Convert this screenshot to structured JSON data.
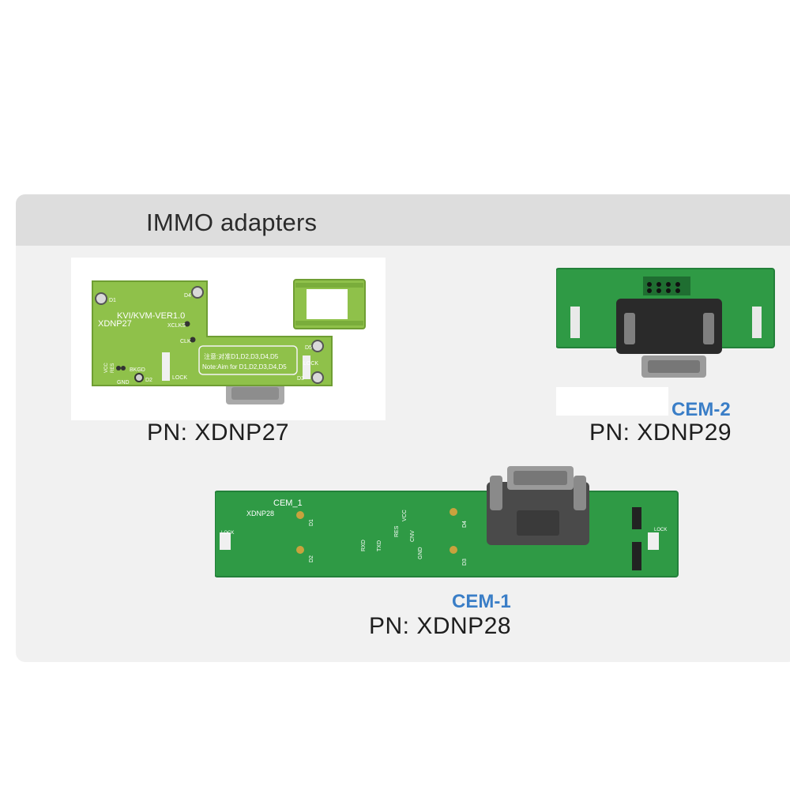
{
  "section": {
    "title": "IMMO adapters"
  },
  "products": [
    {
      "pn_label": "PN: XDNP27",
      "board_text": {
        "model": "KVI/KVM-VER1.0",
        "part": "XDNP27",
        "note_cn": "注意:对准D1,D2,D3,D4,D5",
        "note_en": "Note:Aim for D1,D2,D3,D4,D5",
        "pins": [
          "D1",
          "D4",
          "XCLKS",
          "CLK",
          "D5",
          "LOCK",
          "D3",
          "D2",
          "LOCK",
          "GND",
          "BKGD",
          "RES",
          "VCC"
        ]
      }
    },
    {
      "name": "CEM-2",
      "pn_label": "PN: XDNP29"
    },
    {
      "name": "CEM-1",
      "pn_label": "PN: XDNP28",
      "board_text": {
        "model": "CEM_1",
        "part": "XDNP28",
        "pins": [
          "LOCK",
          "D1",
          "D2",
          "RXD",
          "TXD",
          "RES",
          "VCC",
          "CNV",
          "GND",
          "D4",
          "D3",
          "LOCK"
        ]
      }
    }
  ],
  "colors": {
    "card_background": "#f1f1f1",
    "header_background": "#dddddd",
    "board_green_light": "#8fc14a",
    "board_green_dark": "#2f9a45",
    "cem_label": "#3a7ec7"
  }
}
